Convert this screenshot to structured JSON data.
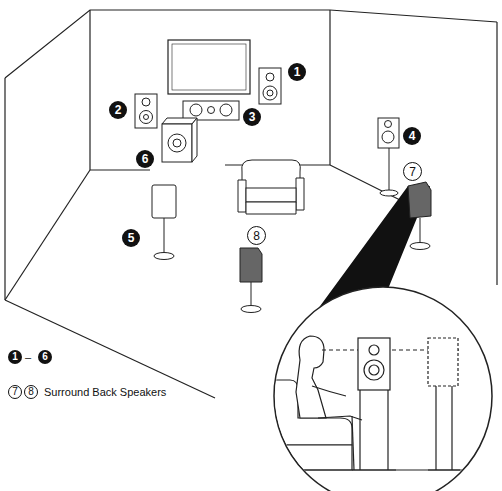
{
  "diagram": {
    "labels": [
      "1",
      "2",
      "3",
      "4",
      "5",
      "6",
      "7",
      "8",
      "1",
      "–",
      "6",
      "7",
      "8",
      "Surround Back Speakers"
    ]
  }
}
